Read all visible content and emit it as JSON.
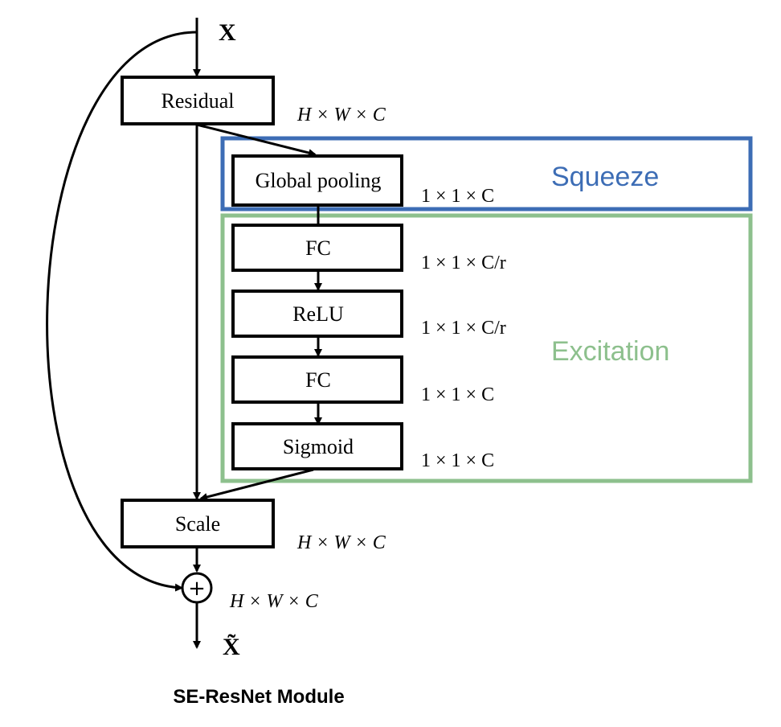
{
  "diagram": {
    "input_label": "X",
    "output_label": "X̃",
    "caption": "SE-ResNet Module",
    "colors": {
      "squeeze": "#3d6db5",
      "excitation": "#8dc08d",
      "line": "#000000"
    },
    "blocks": {
      "residual": "Residual",
      "global_pooling": "Global pooling",
      "fc1": "FC",
      "relu": "ReLU",
      "fc2": "FC",
      "sigmoid": "Sigmoid",
      "scale": "Scale",
      "add": "+"
    },
    "regions": {
      "squeeze": "Squeeze",
      "excitation": "Excitation"
    },
    "dims": {
      "after_residual": "H × W × C",
      "after_pooling": "1 × 1 × C",
      "after_fc1": "1 × 1 × C/r",
      "after_relu": "1 × 1 × C/r",
      "after_fc2": "1 × 1 × C",
      "after_sigmoid": "1 × 1 × C",
      "after_scale": "H × W × C",
      "after_add": "H × W × C"
    }
  }
}
